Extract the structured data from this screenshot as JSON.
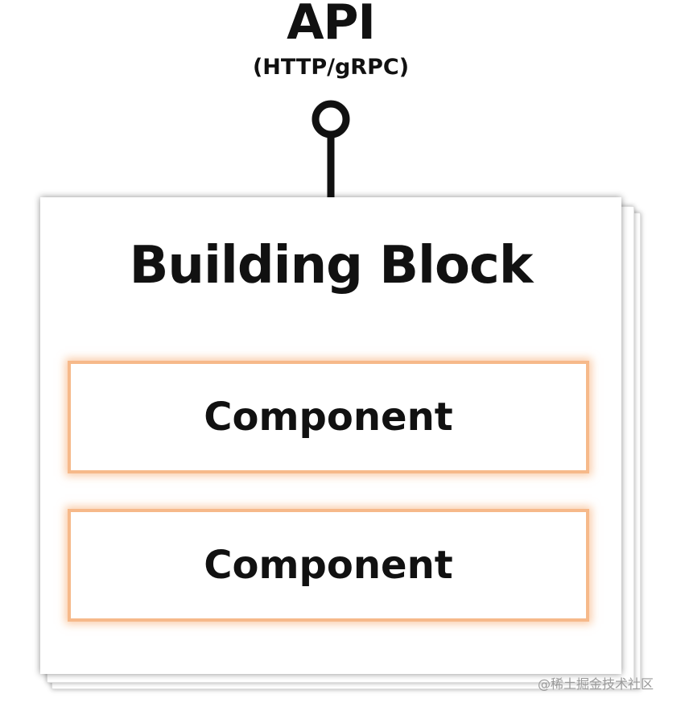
{
  "api": {
    "title": "API",
    "protocol": "(HTTP/gRPC)"
  },
  "building_block": {
    "title": "Building Block",
    "components": [
      {
        "label": "Component"
      },
      {
        "label": "Component"
      }
    ]
  },
  "watermark": "@稀土掘金技术社区",
  "colors": {
    "component_border": "#f6b98a",
    "component_glow": "#f6aa6e",
    "text": "#111111",
    "connector": "#111111"
  }
}
